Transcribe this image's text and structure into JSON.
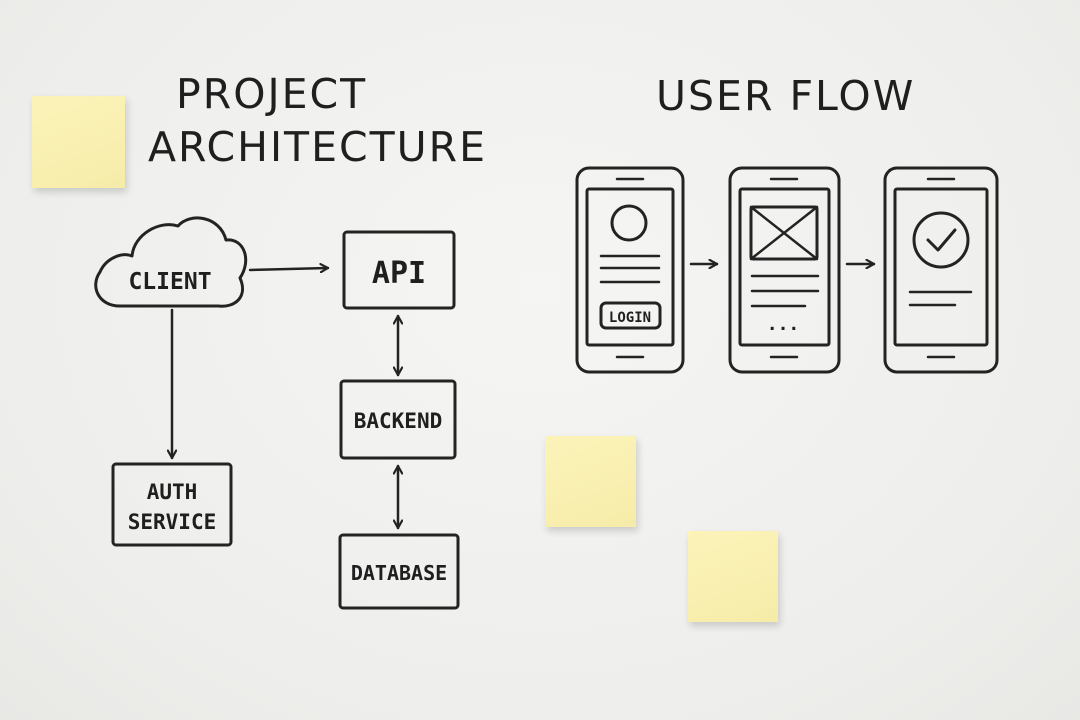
{
  "titles": {
    "architecture_line1": "PROJECT",
    "architecture_line2": "ARCHITECTURE",
    "user_flow": "USER FLOW"
  },
  "architecture": {
    "nodes": {
      "client": "CLIENT",
      "api": "API",
      "backend": "BACKEND",
      "database": "DATABASE",
      "auth_line1": "AUTH",
      "auth_line2": "SERVICE"
    },
    "edges": [
      {
        "from": "CLIENT",
        "to": "API",
        "direction": "forward"
      },
      {
        "from": "CLIENT",
        "to": "AUTH SERVICE",
        "direction": "forward"
      },
      {
        "from": "API",
        "to": "BACKEND",
        "direction": "both"
      },
      {
        "from": "BACKEND",
        "to": "DATABASE",
        "direction": "both"
      }
    ]
  },
  "user_flow": {
    "screens": [
      {
        "name": "login",
        "button_label": "LOGIN"
      },
      {
        "name": "content"
      },
      {
        "name": "success"
      }
    ],
    "content_ellipsis": "..."
  },
  "colors": {
    "background": "#efefed",
    "ink": "#232323",
    "sticky_note": "#f8efb0"
  }
}
